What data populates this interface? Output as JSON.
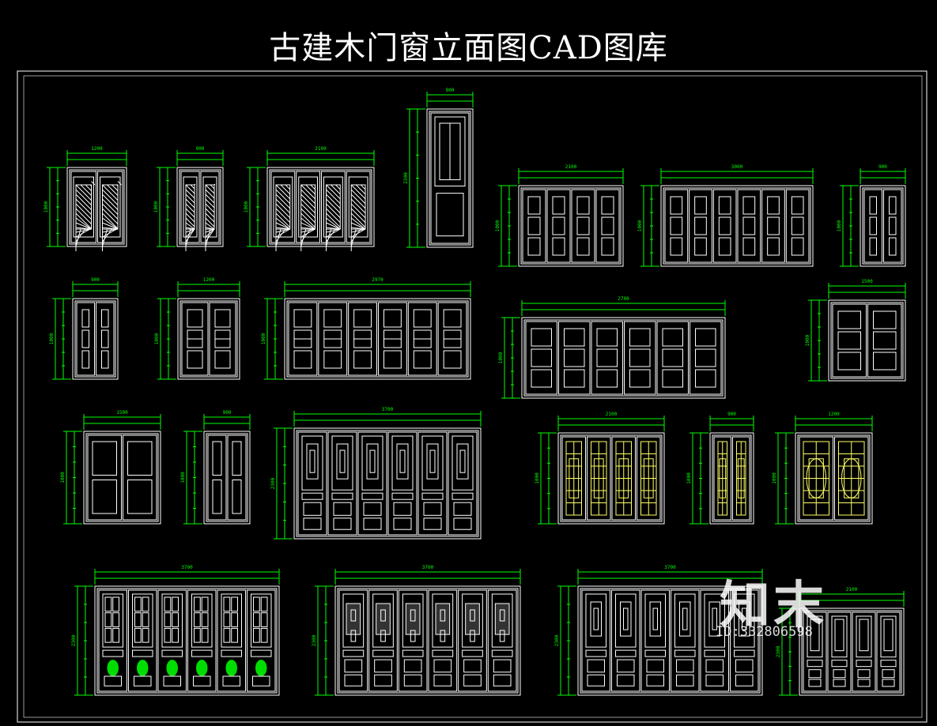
{
  "drawing": {
    "title": "古建木门窗立面图CAD图库",
    "colors": {
      "background": "#000000",
      "frame": "#ffffff",
      "dimension": "#00ff00",
      "lattice": "#ffffff",
      "accent_lattice": "#ffff66",
      "carving": "#00dd00"
    }
  },
  "watermark": {
    "logo": "知末",
    "id": "ID:332806598"
  },
  "elevations": [
    {
      "name": "window-1",
      "width_dim": "1200",
      "height_dim": "1000",
      "style": "diagonal",
      "panels": 2
    },
    {
      "name": "window-2",
      "width_dim": "900",
      "height_dim": "1000",
      "style": "diagonal",
      "panels": 2
    },
    {
      "name": "window-3",
      "width_dim": "2100",
      "height_dim": "1000",
      "style": "diagonal",
      "panels": 4
    },
    {
      "name": "door-tall",
      "width_dim": "900",
      "height_dim": "2300",
      "style": "tall",
      "panels": 1
    },
    {
      "name": "window-4",
      "width_dim": "2100",
      "height_dim": "1000",
      "style": "grid",
      "panels": 4
    },
    {
      "name": "window-5",
      "width_dim": "3000",
      "height_dim": "1000",
      "style": "grid",
      "panels": 6
    },
    {
      "name": "window-6",
      "width_dim": "900",
      "height_dim": "1000",
      "style": "grid",
      "panels": 2
    },
    {
      "name": "window-7",
      "width_dim": "900",
      "height_dim": "1000",
      "style": "grid",
      "panels": 2
    },
    {
      "name": "window-8",
      "width_dim": "1200",
      "height_dim": "1000",
      "style": "cross",
      "panels": 2
    },
    {
      "name": "window-9",
      "width_dim": "2970",
      "height_dim": "1000",
      "style": "cross",
      "panels": 6
    },
    {
      "name": "window-10",
      "width_dim": "2700",
      "height_dim": "1000",
      "style": "grid",
      "panels": 6
    },
    {
      "name": "window-11",
      "width_dim": "1500",
      "height_dim": "1000",
      "style": "grid",
      "panels": 2
    },
    {
      "name": "window-12",
      "width_dim": "1500",
      "height_dim": "1000",
      "style": "plain",
      "panels": 2
    },
    {
      "name": "window-13",
      "width_dim": "900",
      "height_dim": "1000",
      "style": "plain",
      "panels": 2
    },
    {
      "name": "door-1",
      "width_dim": "3700",
      "height_dim": "2300",
      "style": "door-grid",
      "panels": 6
    },
    {
      "name": "window-14",
      "width_dim": "2100",
      "height_dim": "1000",
      "style": "yellow",
      "panels": 4
    },
    {
      "name": "window-15",
      "width_dim": "900",
      "height_dim": "1000",
      "style": "yellow",
      "panels": 2
    },
    {
      "name": "window-16",
      "width_dim": "1200",
      "height_dim": "1000",
      "style": "yellow-round",
      "panels": 2
    },
    {
      "name": "door-2",
      "width_dim": "3700",
      "height_dim": "2300",
      "style": "door-green",
      "panels": 6
    },
    {
      "name": "door-3",
      "width_dim": "3700",
      "height_dim": "2300",
      "style": "door-hatch",
      "panels": 6
    },
    {
      "name": "door-4",
      "width_dim": "3700",
      "height_dim": "2300",
      "style": "door-lattice",
      "panels": 6
    },
    {
      "name": "door-5",
      "width_dim": "2100",
      "height_dim": "2300",
      "style": "door-plain",
      "panels": 4
    }
  ]
}
